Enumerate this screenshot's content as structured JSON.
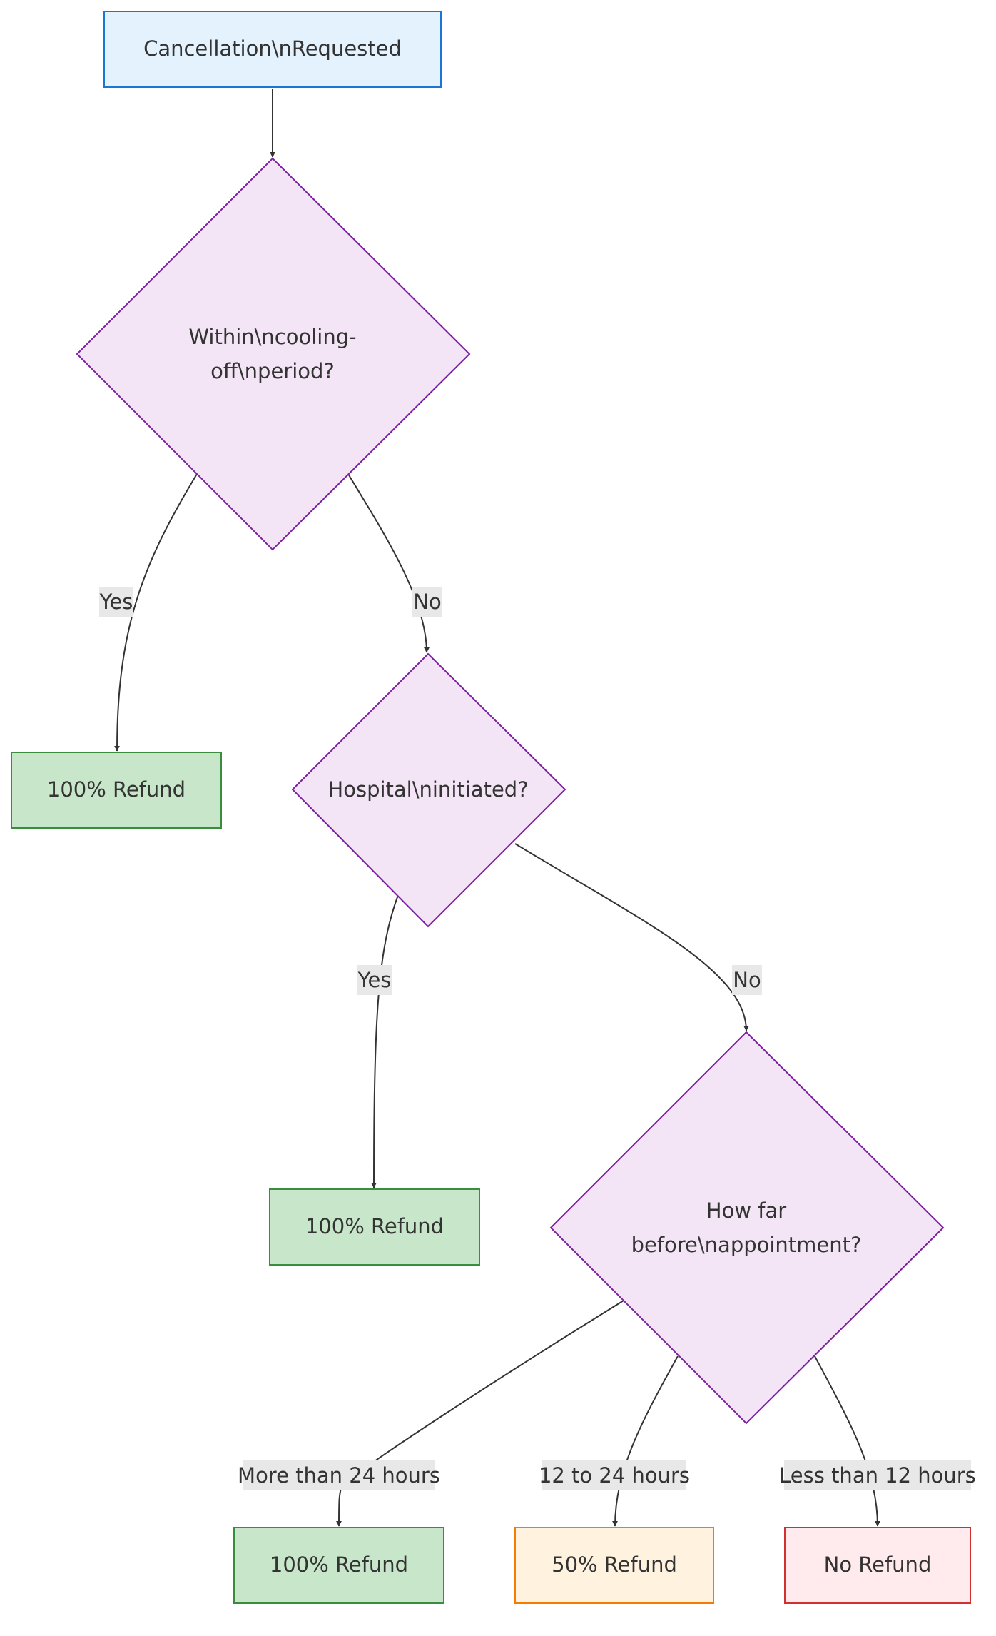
{
  "nodes": {
    "start": {
      "text": "Cancellation\\nRequested",
      "fill": "#e3f2fd",
      "stroke": "#1976d2"
    },
    "d_cooling": {
      "lines": [
        "Within\\ncooling-",
        "off\\nperiod?"
      ],
      "fill": "#f3e5f5",
      "stroke": "#7b1fa2"
    },
    "refund_cooling": {
      "text": "100% Refund",
      "fill": "#c8e6c9",
      "stroke": "#388e3c"
    },
    "d_hospital": {
      "text": "Hospital\\ninitiated?",
      "fill": "#f3e5f5",
      "stroke": "#7b1fa2"
    },
    "refund_hospital": {
      "text": "100% Refund",
      "fill": "#c8e6c9",
      "stroke": "#388e3c"
    },
    "d_timing": {
      "lines": [
        "How far",
        "before\\nappointment?"
      ],
      "fill": "#f3e5f5",
      "stroke": "#7b1fa2"
    },
    "refund_full": {
      "text": "100% Refund",
      "fill": "#c8e6c9",
      "stroke": "#388e3c"
    },
    "refund_half": {
      "text": "50% Refund",
      "fill": "#fff3e0",
      "stroke": "#f57c00"
    },
    "refund_none": {
      "text": "No Refund",
      "fill": "#ffebee",
      "stroke": "#d32f2f"
    }
  },
  "edges": {
    "cooling_yes": "Yes",
    "cooling_no": "No",
    "hospital_yes": "Yes",
    "hospital_no": "No",
    "more_than_24": "More than 24 hours",
    "between_12_24": "12 to 24 hours",
    "less_than_12": "Less than 12 hours"
  },
  "colors": {
    "edge": "#333333",
    "edge_label_bg": "#e8e8e8"
  }
}
